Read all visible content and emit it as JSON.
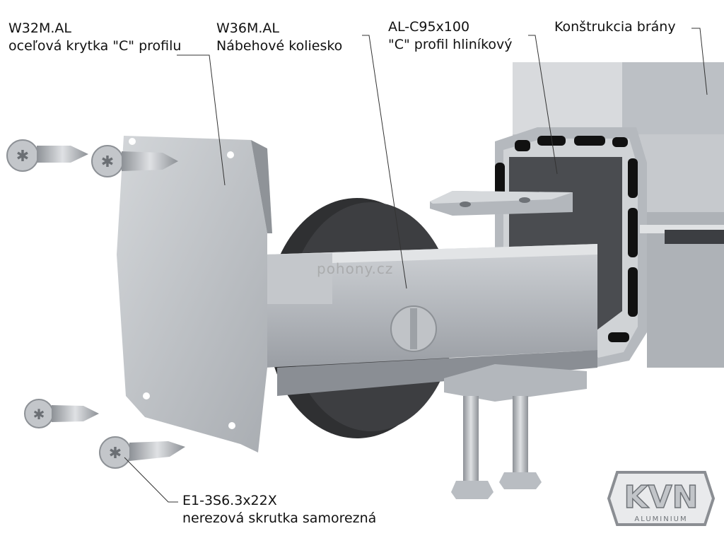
{
  "labels": {
    "w32": {
      "code": "W32M.AL",
      "desc": "oceľová krytka \"C\" profilu"
    },
    "w36": {
      "code": "W36M.AL",
      "desc": "Nábehové koliesko"
    },
    "alc": {
      "code": "AL-C95x100",
      "desc": "\"C\" profil hliníkový"
    },
    "konstrukcia": {
      "text": "Konštrukcia brány"
    },
    "e1": {
      "code": "E1-3S6.3x22X",
      "desc": "nerezová skrutka samorezná"
    }
  },
  "watermark": "pohony.cz",
  "logo": {
    "letters": "KVN",
    "subtitle": "ALUMINIUM"
  },
  "colors": {
    "metal_light": "#c9ccd0",
    "metal_mid": "#a6aab0",
    "metal_dark": "#7d8187",
    "wheel": "#3a3a3c",
    "leader": "#333333"
  }
}
